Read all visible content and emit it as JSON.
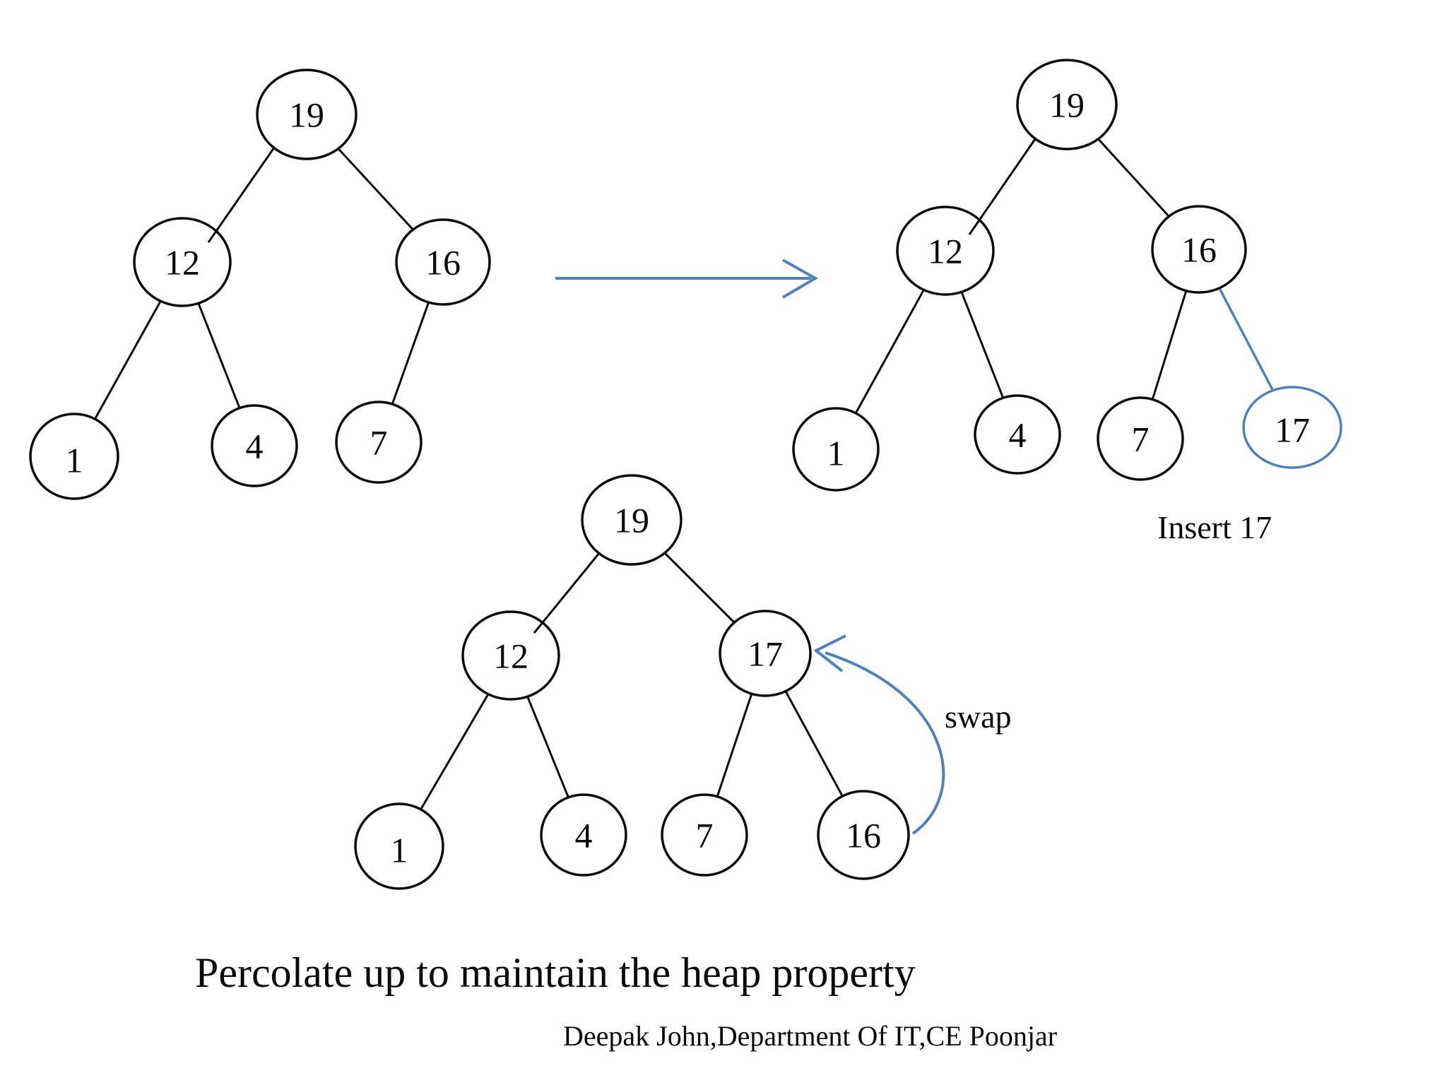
{
  "slide": {
    "caption": "Percolate up to maintain the heap property",
    "footer": "Deepak John,Department Of IT,CE Poonjar",
    "annotations": {
      "insert": "Insert 17",
      "swap": "swap"
    },
    "colors": {
      "accent_blue": "#4f81bd",
      "node_stroke": "#0b0b0b",
      "text_color": "#0b0b0b",
      "background": "#ffffff"
    },
    "trees": [
      {
        "name": "initial-heap",
        "nodes": {
          "root": "19",
          "l": "12",
          "r": "16",
          "ll": "1",
          "lr": "4",
          "rl": "7"
        },
        "edges": [
          "19-12",
          "19-16",
          "12-1",
          "12-4",
          "16-7"
        ]
      },
      {
        "name": "after-insert",
        "nodes": {
          "root": "19",
          "l": "12",
          "r": "16",
          "ll": "1",
          "lr": "4",
          "rl": "7",
          "rr": "17"
        },
        "edges": [
          "19-12",
          "19-16",
          "12-1",
          "12-4",
          "16-7",
          "16-17"
        ],
        "inserted_node": "17"
      },
      {
        "name": "after-swap",
        "nodes": {
          "root": "19",
          "l": "12",
          "r": "17",
          "ll": "1",
          "lr": "4",
          "rl": "7",
          "rr": "16"
        },
        "edges": [
          "19-12",
          "19-17",
          "12-1",
          "12-4",
          "17-7",
          "17-16"
        ],
        "swapped_nodes": [
          "16",
          "17"
        ]
      }
    ]
  }
}
